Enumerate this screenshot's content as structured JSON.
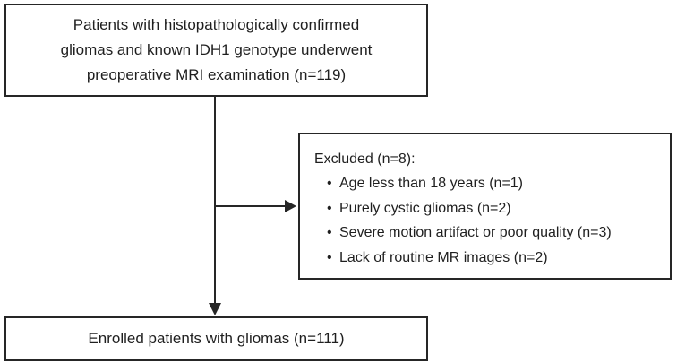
{
  "figure": {
    "background_color": "#ffffff",
    "border_color": "#262626",
    "text_color": "#1f1f1f",
    "top_box": {
      "lines": [
        "Patients with histopathologically confirmed",
        "gliomas and known IDH1 genotype underwent",
        "preoperative MRI examination (n=119)"
      ],
      "n": 119
    },
    "excluded_box": {
      "title": "Excluded (n=8):",
      "n": 8,
      "bullet": "•",
      "items": [
        "Age less than 18 years (n=1)",
        "Purely cystic gliomas (n=2)",
        "Severe motion artifact or poor quality (n=3)",
        "Lack of routine MR images (n=2)"
      ]
    },
    "bottom_box": {
      "text": "Enrolled patients with gliomas (n=111)",
      "n": 111
    }
  }
}
